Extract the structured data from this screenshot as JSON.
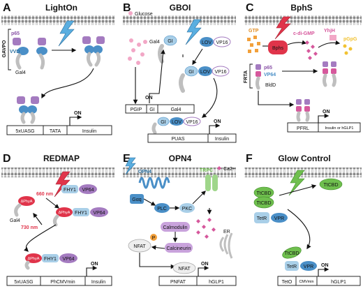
{
  "panels": {
    "A": {
      "letter": "A",
      "title": "LightOn",
      "gavpo": "GAVPO",
      "p65": "p65",
      "vvd": "VVD",
      "gal4": "Gal4",
      "on": "ON",
      "dna": [
        "5xUASG",
        "TATA",
        "Insulin"
      ]
    },
    "B": {
      "letter": "B",
      "title": "GBOI",
      "glucose": "Glucose",
      "gal4": "Gal4",
      "gi": "GI",
      "lov": "LOV",
      "vp16": "VP16",
      "on_top": "ON",
      "on_bottom": "ON",
      "dna_top": [
        "PGIP",
        "GI",
        "Gal4"
      ],
      "dna_bottom": [
        "PUAS",
        "Insulin"
      ]
    },
    "C": {
      "letter": "C",
      "title": "BphS",
      "gtp": "GTP",
      "bphs": "Bphs",
      "cdigmp": "c-di-GMP",
      "yhjh": "YhjH",
      "pgpg": "pGpG",
      "frta": "FRTA",
      "p65": "p65",
      "vp64": "VP64",
      "bldd": "BldD",
      "on": "ON",
      "dna": [
        "PFRL",
        "Insulin or hGLP1"
      ]
    },
    "D": {
      "letter": "D",
      "title": "REDMAP",
      "nm660": "660 nm",
      "nm730": "730 nm",
      "gal4": "Gal4",
      "bphya": "ΔPhyA",
      "fhy1": "FHY1",
      "vp64": "VP64",
      "on": "ON",
      "dna": [
        "5xUASG",
        "PhCMVmin",
        "Insulin"
      ]
    },
    "E": {
      "letter": "E",
      "title": "OPN4",
      "opn4": "OPN4",
      "trpc": "TRPC",
      "ca": "Ca2+",
      "gaq": "Gαq",
      "plc": "PLC",
      "pkc": "PKC",
      "calmodulin": "Calmodulin",
      "calcineurin": "Calcineurin",
      "p": "P",
      "nfat": "NFAT",
      "er": "ER",
      "on": "ON",
      "dna": [
        "PNFAT",
        "hGLP1"
      ]
    },
    "F": {
      "letter": "F",
      "title": "Glow Control",
      "ttcbd": "TtCBD",
      "tetr": "TetR",
      "vpr": "VPR",
      "on": "ON",
      "dna": [
        "TetO",
        "CMVmin",
        "hGLP1"
      ]
    }
  },
  "colors": {
    "purple": "#a47bc0",
    "blue": "#4a8fc7",
    "lightblue": "#a9cfe8",
    "red": "#e0344a",
    "pink": "#d6589c",
    "orange": "#f2a03a",
    "green": "#6fbf4e",
    "yellow": "#f1c232",
    "gray": "#bfbfbf"
  },
  "icons": {
    "light": "lightning-bolt-icon",
    "membrane": "lipid-bilayer-icon",
    "gene": "promoter-arrow-icon"
  }
}
